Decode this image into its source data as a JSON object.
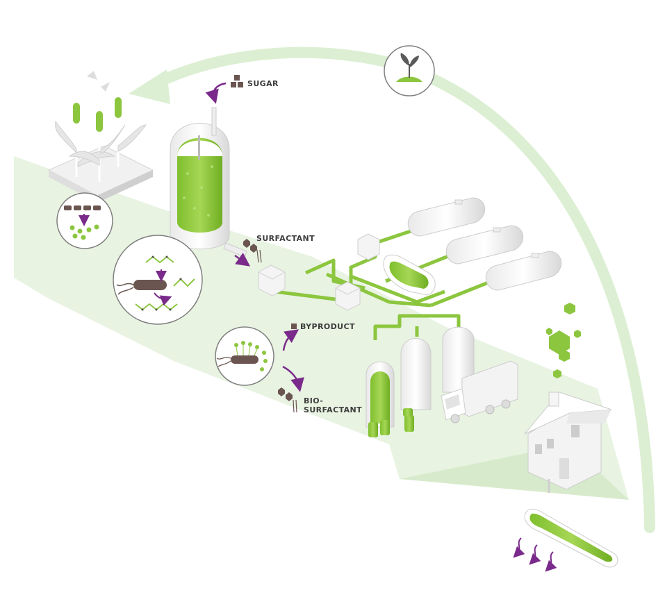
{
  "labels": {
    "sugar": "SUGAR",
    "surfactant": "SURFACTANT",
    "byproduct": "BYPRODUCT",
    "bio_surfactant_line1": "BIO-",
    "bio_surfactant_line2": "SURFACTANT"
  },
  "colors": {
    "accent_green": "#8cc63f",
    "light_green": "#dcefd3",
    "path_green": "#e3f1db",
    "purple": "#7a2a8a",
    "molecule_brown": "#6a5550"
  },
  "icons": [
    "plant-sprout-icon",
    "sugar-cube-icon",
    "molecule-icon",
    "bacterium-icon",
    "house-icon",
    "truck-icon"
  ]
}
